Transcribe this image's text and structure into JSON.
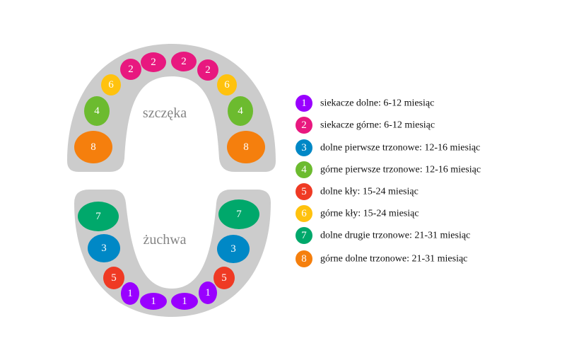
{
  "colors": {
    "gum": "#cccccc",
    "1": "#9900ff",
    "2": "#e8187f",
    "3": "#0088c6",
    "4": "#6cbb2f",
    "5": "#ef3a24",
    "6": "#ffc20e",
    "7": "#00a86b",
    "8": "#f57f0d"
  },
  "upper_jaw": {
    "label": "szczęka",
    "teeth": [
      "8",
      "4",
      "6",
      "2",
      "2",
      "2",
      "2",
      "6",
      "4",
      "8"
    ]
  },
  "lower_jaw": {
    "label": "żuchwa",
    "teeth": [
      "7",
      "3",
      "5",
      "1",
      "1",
      "1",
      "1",
      "5",
      "3",
      "7"
    ]
  },
  "legend": [
    {
      "num": "1",
      "text": "siekacze dolne: 6-12 miesiąc"
    },
    {
      "num": "2",
      "text": "siekacze górne: 6-12 miesiąc"
    },
    {
      "num": "3",
      "text": "dolne pierwsze trzonowe: 12-16 miesiąc"
    },
    {
      "num": "4",
      "text": "górne pierwsze trzonowe: 12-16 miesiąc"
    },
    {
      "num": "5",
      "text": "dolne kły: 15-24 miesiąc"
    },
    {
      "num": "6",
      "text": "górne kły: 15-24 miesiąc"
    },
    {
      "num": "7",
      "text": "dolne drugie trzonowe: 21-31 miesiąc"
    },
    {
      "num": "8",
      "text": "górne dolne trzonowe: 21-31 miesiąc"
    }
  ]
}
